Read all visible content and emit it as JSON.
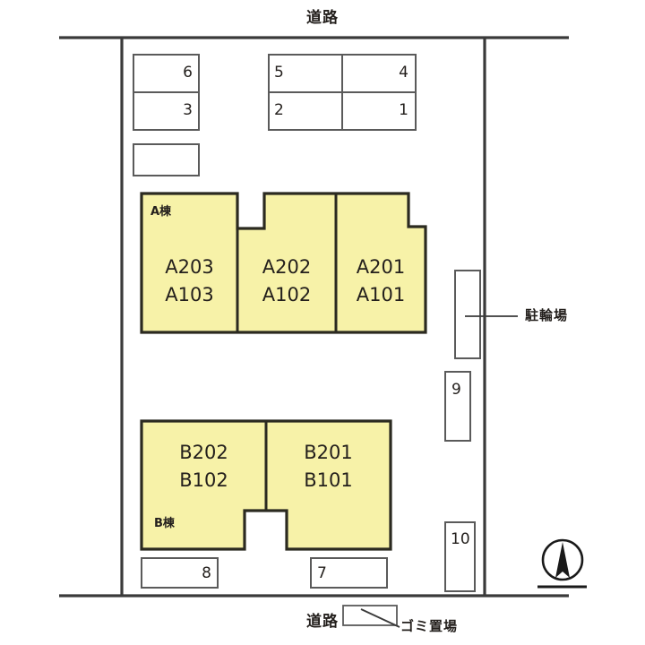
{
  "map": {
    "title_top_road": "道路",
    "title_bottom_road": "道路",
    "bicycle_parking_label": "駐輪場",
    "garbage_label": "ゴミ置場",
    "compass_name": "north-compass"
  },
  "colors": {
    "building_fill": "#f7f2a8",
    "building_stroke": "#2b2a20",
    "line": "#3a3a3a",
    "text": "#231f1c",
    "background": "#ffffff"
  },
  "buildings": [
    {
      "name": "A棟",
      "id": "building-a",
      "units": [
        {
          "upper": "A203",
          "lower": "A103"
        },
        {
          "upper": "A202",
          "lower": "A102"
        },
        {
          "upper": "A201",
          "lower": "A101"
        }
      ]
    },
    {
      "name": "B棟",
      "id": "building-b",
      "units": [
        {
          "upper": "B202",
          "lower": "B102"
        },
        {
          "upper": "B201",
          "lower": "B101"
        }
      ]
    }
  ],
  "parking_stalls": [
    {
      "id": "stall-6",
      "number": "6",
      "align": "right"
    },
    {
      "id": "stall-3",
      "number": "3",
      "align": "right"
    },
    {
      "id": "stall-5",
      "number": "5",
      "align": "left"
    },
    {
      "id": "stall-4",
      "number": "4",
      "align": "right"
    },
    {
      "id": "stall-2",
      "number": "2",
      "align": "left"
    },
    {
      "id": "stall-1",
      "number": "1",
      "align": "right"
    },
    {
      "id": "stall-blank",
      "number": "",
      "align": "center"
    },
    {
      "id": "stall-9",
      "number": "9",
      "align": "left"
    },
    {
      "id": "stall-10",
      "number": "10",
      "align": "left"
    },
    {
      "id": "stall-8",
      "number": "8",
      "align": "right"
    },
    {
      "id": "stall-7",
      "number": "7",
      "align": "left"
    }
  ]
}
